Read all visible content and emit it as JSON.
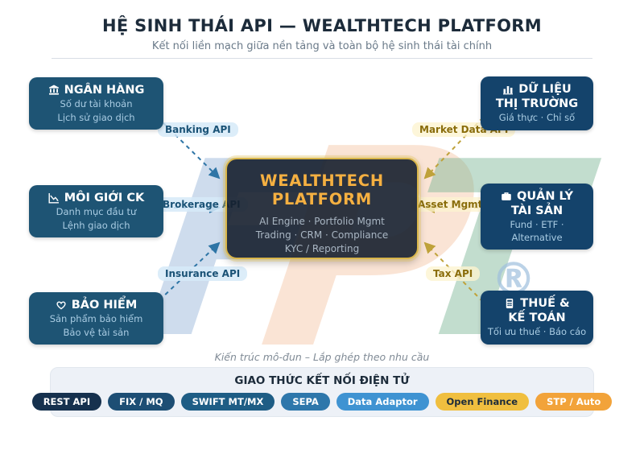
{
  "header": {
    "title": "HỆ SINH THÁI API — WEALTHTECH PLATFORM",
    "subtitle": "Kết nối liền mạch giữa nền tảng và toàn bộ hệ sinh thái tài chính"
  },
  "platform": {
    "title_line1": "WEALTHTECH",
    "title_line2": "PLATFORM",
    "features": [
      "AI Engine · Portfolio Mgmt",
      "Trading · CRM · Compliance",
      "KYC / Reporting"
    ]
  },
  "nodes": {
    "left": [
      {
        "icon": "bank-icon",
        "title": "NGÂN HÀNG",
        "lines": [
          "Số dư tài khoản",
          "Lịch sử giao dịch"
        ],
        "api_label": "Banking API"
      },
      {
        "icon": "chart-down-icon",
        "title": "MÔI GIỚI CK",
        "lines": [
          "Danh mục đầu tư",
          "Lệnh giao dịch"
        ],
        "api_label": "Brokerage API"
      },
      {
        "icon": "heart-icon",
        "title": "BẢO HIỂM",
        "lines": [
          "Sản phẩm bảo hiểm",
          "Bảo vệ tài sản"
        ],
        "api_label": "Insurance API"
      }
    ],
    "right": [
      {
        "icon": "bar-chart-icon",
        "title_line1": "DỮ LIỆU",
        "title_line2": "THỊ TRƯỜNG",
        "sub": "Giá thực · Chỉ số",
        "api_label": "Market Data API"
      },
      {
        "icon": "briefcase-icon",
        "title_line1": "QUẢN LÝ",
        "title_line2": "TÀI SẢN",
        "sub": "Fund · ETF · Alternative",
        "api_label": "Asset Mgmt API"
      },
      {
        "icon": "calculator-icon",
        "title_line1": "THUẾ &",
        "title_line2": "KẾ TOÁN",
        "sub": "Tối ưu thuế · Báo cáo",
        "api_label": "Tax API"
      }
    ]
  },
  "footer": {
    "caption": "Kiến trúc mô-đun – Lắp ghép theo nhu cầu",
    "protocols": {
      "title": "GIAO THỨC KẾT NỐI ĐIỆN TỬ",
      "pills": [
        {
          "label": "REST API",
          "bg": "#16314e",
          "fg": "#ffffff"
        },
        {
          "label": "FIX / MQ",
          "bg": "#1d4e74",
          "fg": "#ffffff"
        },
        {
          "label": "SWIFT MT/MX",
          "bg": "#1e5d85",
          "fg": "#ffffff"
        },
        {
          "label": "SEPA",
          "bg": "#2e77ab",
          "fg": "#ffffff"
        },
        {
          "label": "Data Adaptor",
          "bg": "#3f93d2",
          "fg": "#ffffff"
        },
        {
          "label": "Open Finance",
          "bg": "#f0bf3f",
          "fg": "#1c2b3a"
        },
        {
          "label": "STP / Auto",
          "bg": "#f2a33a",
          "fg": "#ffffff"
        }
      ]
    }
  },
  "watermark": {
    "registered_mark": "®"
  },
  "colors": {
    "node_left_bg": "#1e5474",
    "node_right_bg": "#14436b",
    "platform_border": "#d4ac0d",
    "platform_title": "#f5b041",
    "api_blue": "#1a5276",
    "api_gold": "#8a6d0b",
    "arrow_blue": "#2e75a6",
    "arrow_gold": "#bfa23a"
  }
}
